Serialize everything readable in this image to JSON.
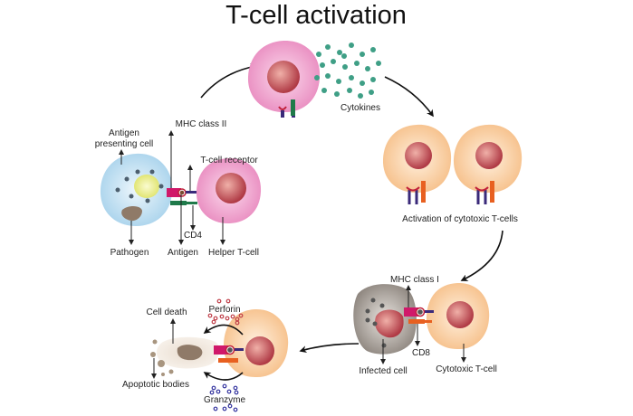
{
  "title": "T-cell activation",
  "labels": {
    "apc_line1": "Antigen",
    "apc_line2": "presenting cell",
    "mhc2": "MHC class II",
    "tcr": "T-cell receptor",
    "cd4": "CD4",
    "pathogen": "Pathogen",
    "antigen": "Antigen",
    "helper": "Helper T-cell",
    "cytokines": "Cytokines",
    "activation": "Activation of cytotoxic T-cells",
    "mhc1": "MHC class I",
    "cd8": "CD8",
    "infected": "Infected cell",
    "cytotoxic": "Cytotoxic T-cell",
    "cell_death": "Cell death",
    "perforin": "Perforin",
    "granzyme": "Granzyme",
    "apoptotic": "Apoptotic bodies"
  },
  "colors": {
    "apc": "#cde6f4",
    "helper": "#f0a6d0",
    "cytotoxic": "#fcd3a8",
    "infected": "#aaa39c",
    "nucleus": "#c0505a",
    "cytokine": "#3f9f86",
    "perforin": "#c0404a",
    "granzyme": "#3535a0",
    "mhc": "#d0186a",
    "cd4": "#1f7a4a",
    "cd8": "#e86020",
    "tcr": "#3a2a7a"
  }
}
